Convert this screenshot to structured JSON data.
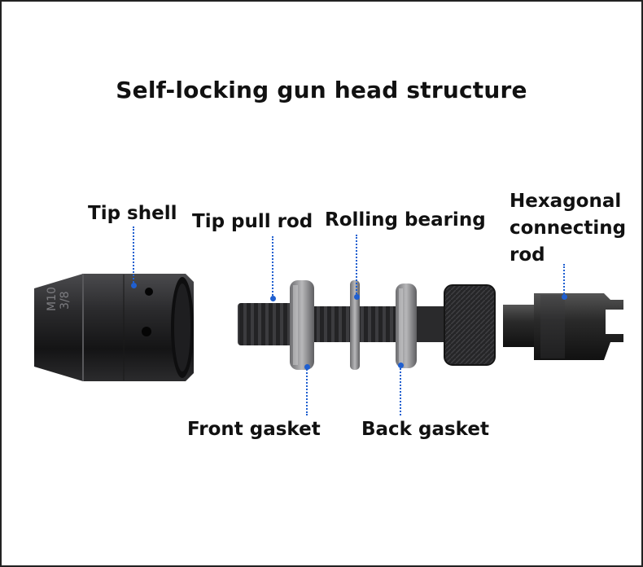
{
  "title": "Self-locking gun head structure",
  "labels": {
    "tip_shell": "Tip shell",
    "tip_pull_rod": "Tip pull rod",
    "rolling_bearing": "Rolling bearing",
    "hexagonal_connecting_rod": "Hexagonal connecting rod",
    "front_gasket": "Front gasket",
    "back_gasket": "Back gasket"
  },
  "engraving": {
    "line1": "M10",
    "line2": "3/8"
  },
  "colors": {
    "leader": "#1f5fd0",
    "metal_dark": "#1c1c1e",
    "metal_mid": "#3a3a3d",
    "washer": "#8a8a8c"
  }
}
